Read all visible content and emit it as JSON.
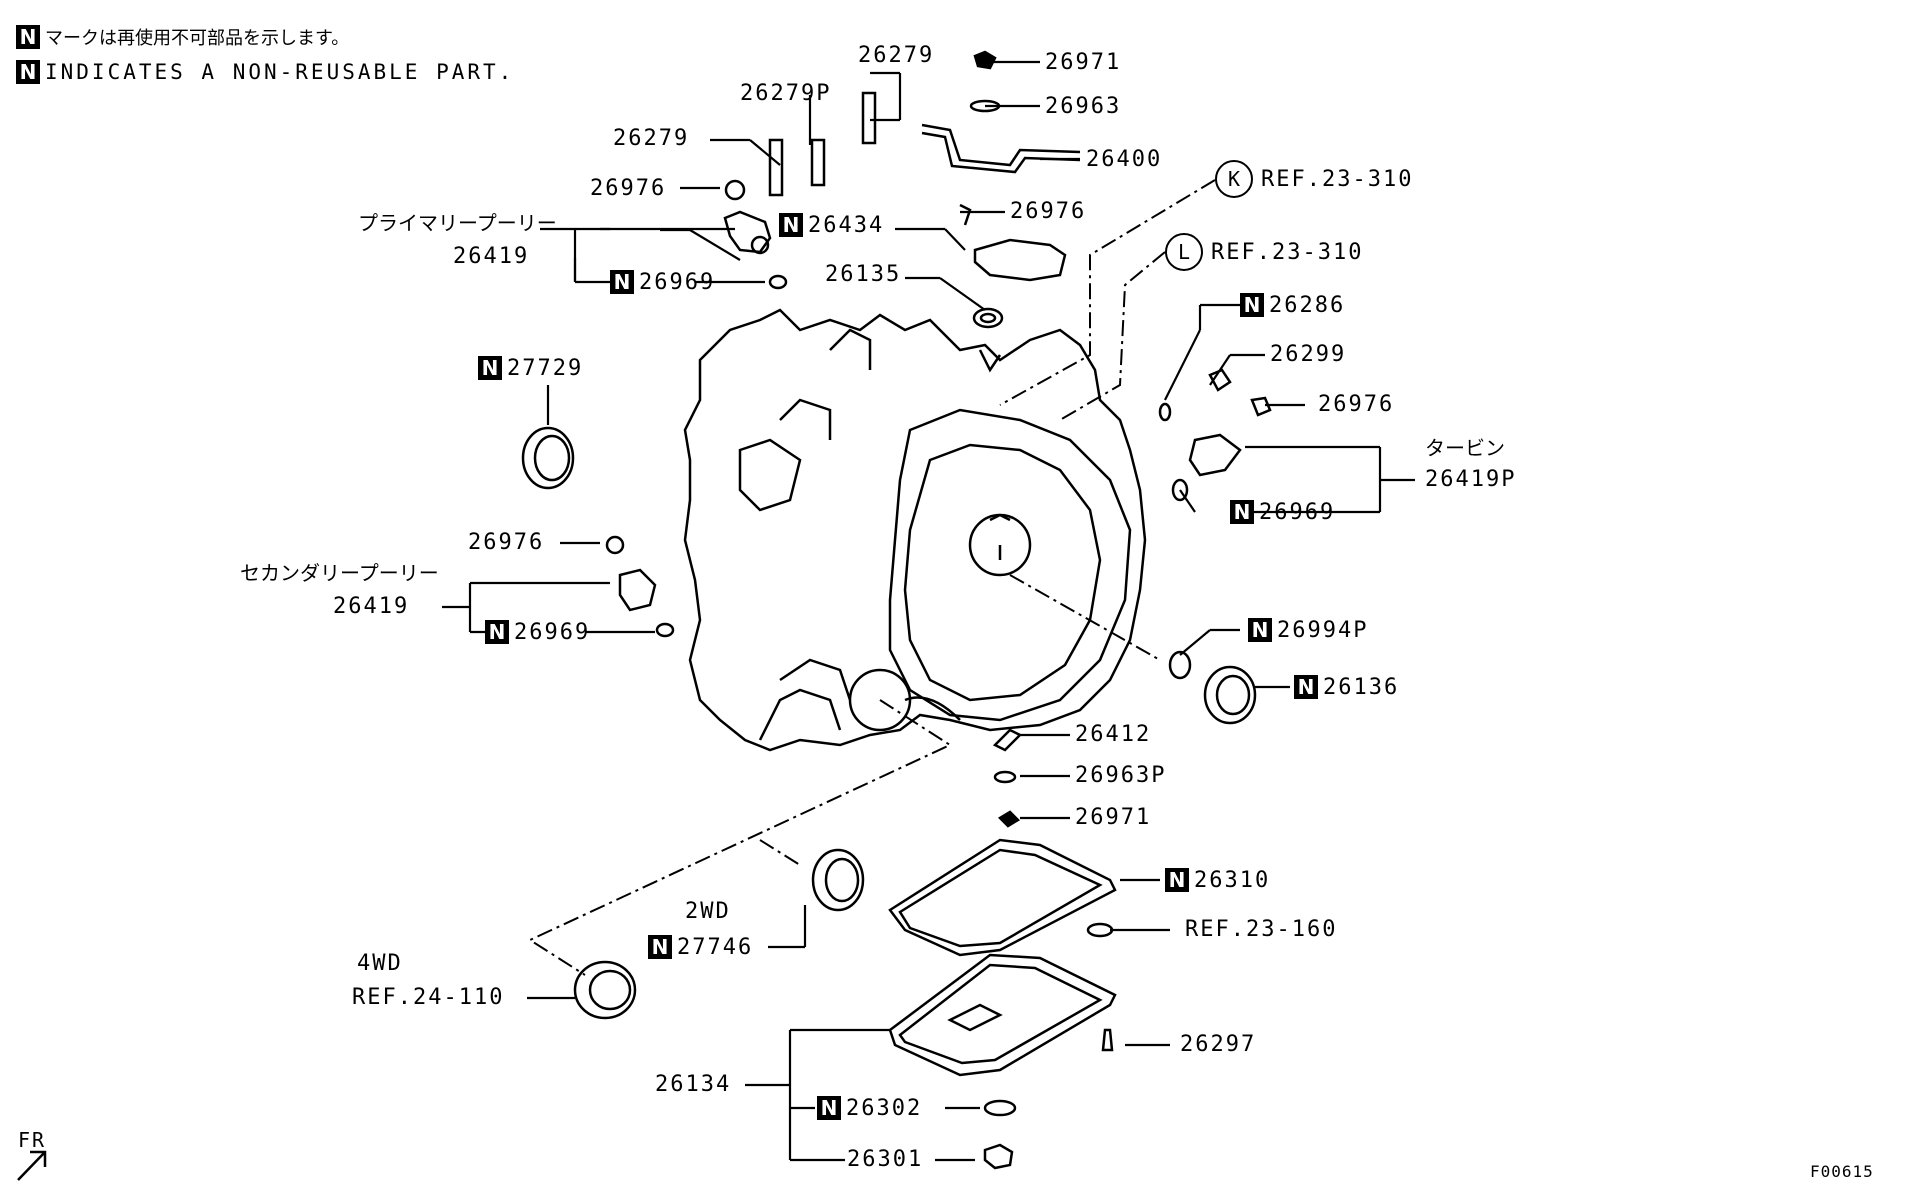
{
  "notes": {
    "jp": "マークは再使用不可部品を示します。",
    "en": "INDICATES A NON-REUSABLE PART.",
    "n_mark": "N"
  },
  "jp_labels": {
    "primary_pulley": "プライマリープーリー",
    "secondary_pulley": "セカンダリープーリー",
    "turbine": "タービン"
  },
  "refs": {
    "k_mark": "K",
    "l_mark": "L",
    "ref_k": "REF.23-310",
    "ref_l": "REF.23-310",
    "ref_160": "REF.23-160",
    "ref_4wd": "REF.24-110"
  },
  "variants": {
    "two_wd": "2WD",
    "four_wd": "4WD"
  },
  "parts": {
    "p26279_a": "26279",
    "p26279p": "26279P",
    "p26279_b": "26279",
    "p26971_top": "26971",
    "p26963": "26963",
    "p26400": "26400",
    "p26976_a": "26976",
    "p26419_a": "26419",
    "p26969_a": "26969",
    "p26434": "26434",
    "p26976_b": "26976",
    "p26135": "26135",
    "p27729": "27729",
    "p26286": "26286",
    "p26299": "26299",
    "p26976_c": "26976",
    "p26419p": "26419P",
    "p26969_c": "26969",
    "p26976_d": "26976",
    "p26419_b": "26419",
    "p26969_b": "26969",
    "p26994p": "26994P",
    "p26136": "26136",
    "p26412": "26412",
    "p26963p": "26963P",
    "p26971_bot": "26971",
    "p26310": "26310",
    "p27746": "27746",
    "p26297": "26297",
    "p26134": "26134",
    "p26302": "26302",
    "p26301": "26301"
  },
  "fr_label": "FR",
  "figure_code": "F00615"
}
